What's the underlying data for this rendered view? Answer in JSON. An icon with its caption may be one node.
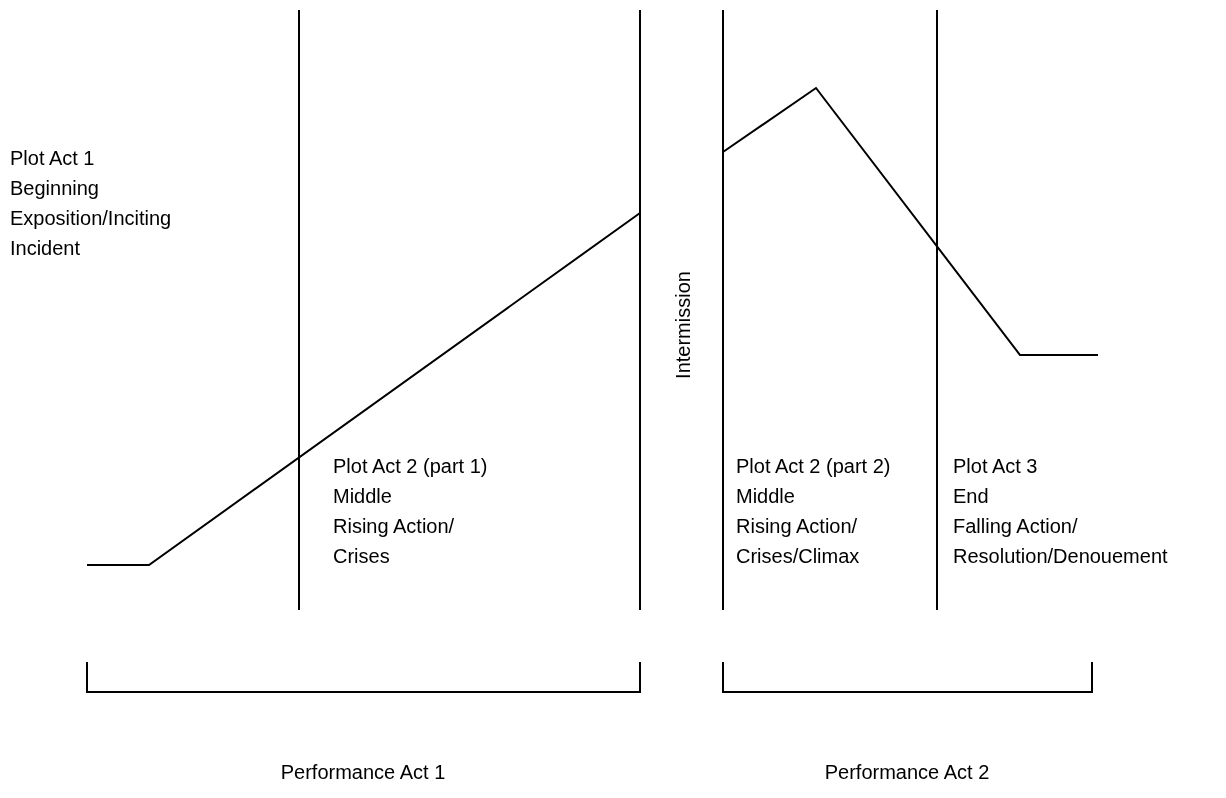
{
  "diagram": {
    "labels": [
      "Plot Act 1",
      "Beginning",
      "Exposition/Inciting",
      "Incident",
      "Plot Act 2 (part 1)",
      "Middle",
      "Rising Action/",
      "Crises",
      "Intermission",
      "Plot Act 2 (part 2)",
      "Middle",
      "Rising Action/",
      "Crises/Climax",
      "Plot Act 3",
      "End",
      "Falling Action/",
      "Resolution/Denouement",
      "Performance Act 1",
      "Performance Act 2"
    ]
  }
}
